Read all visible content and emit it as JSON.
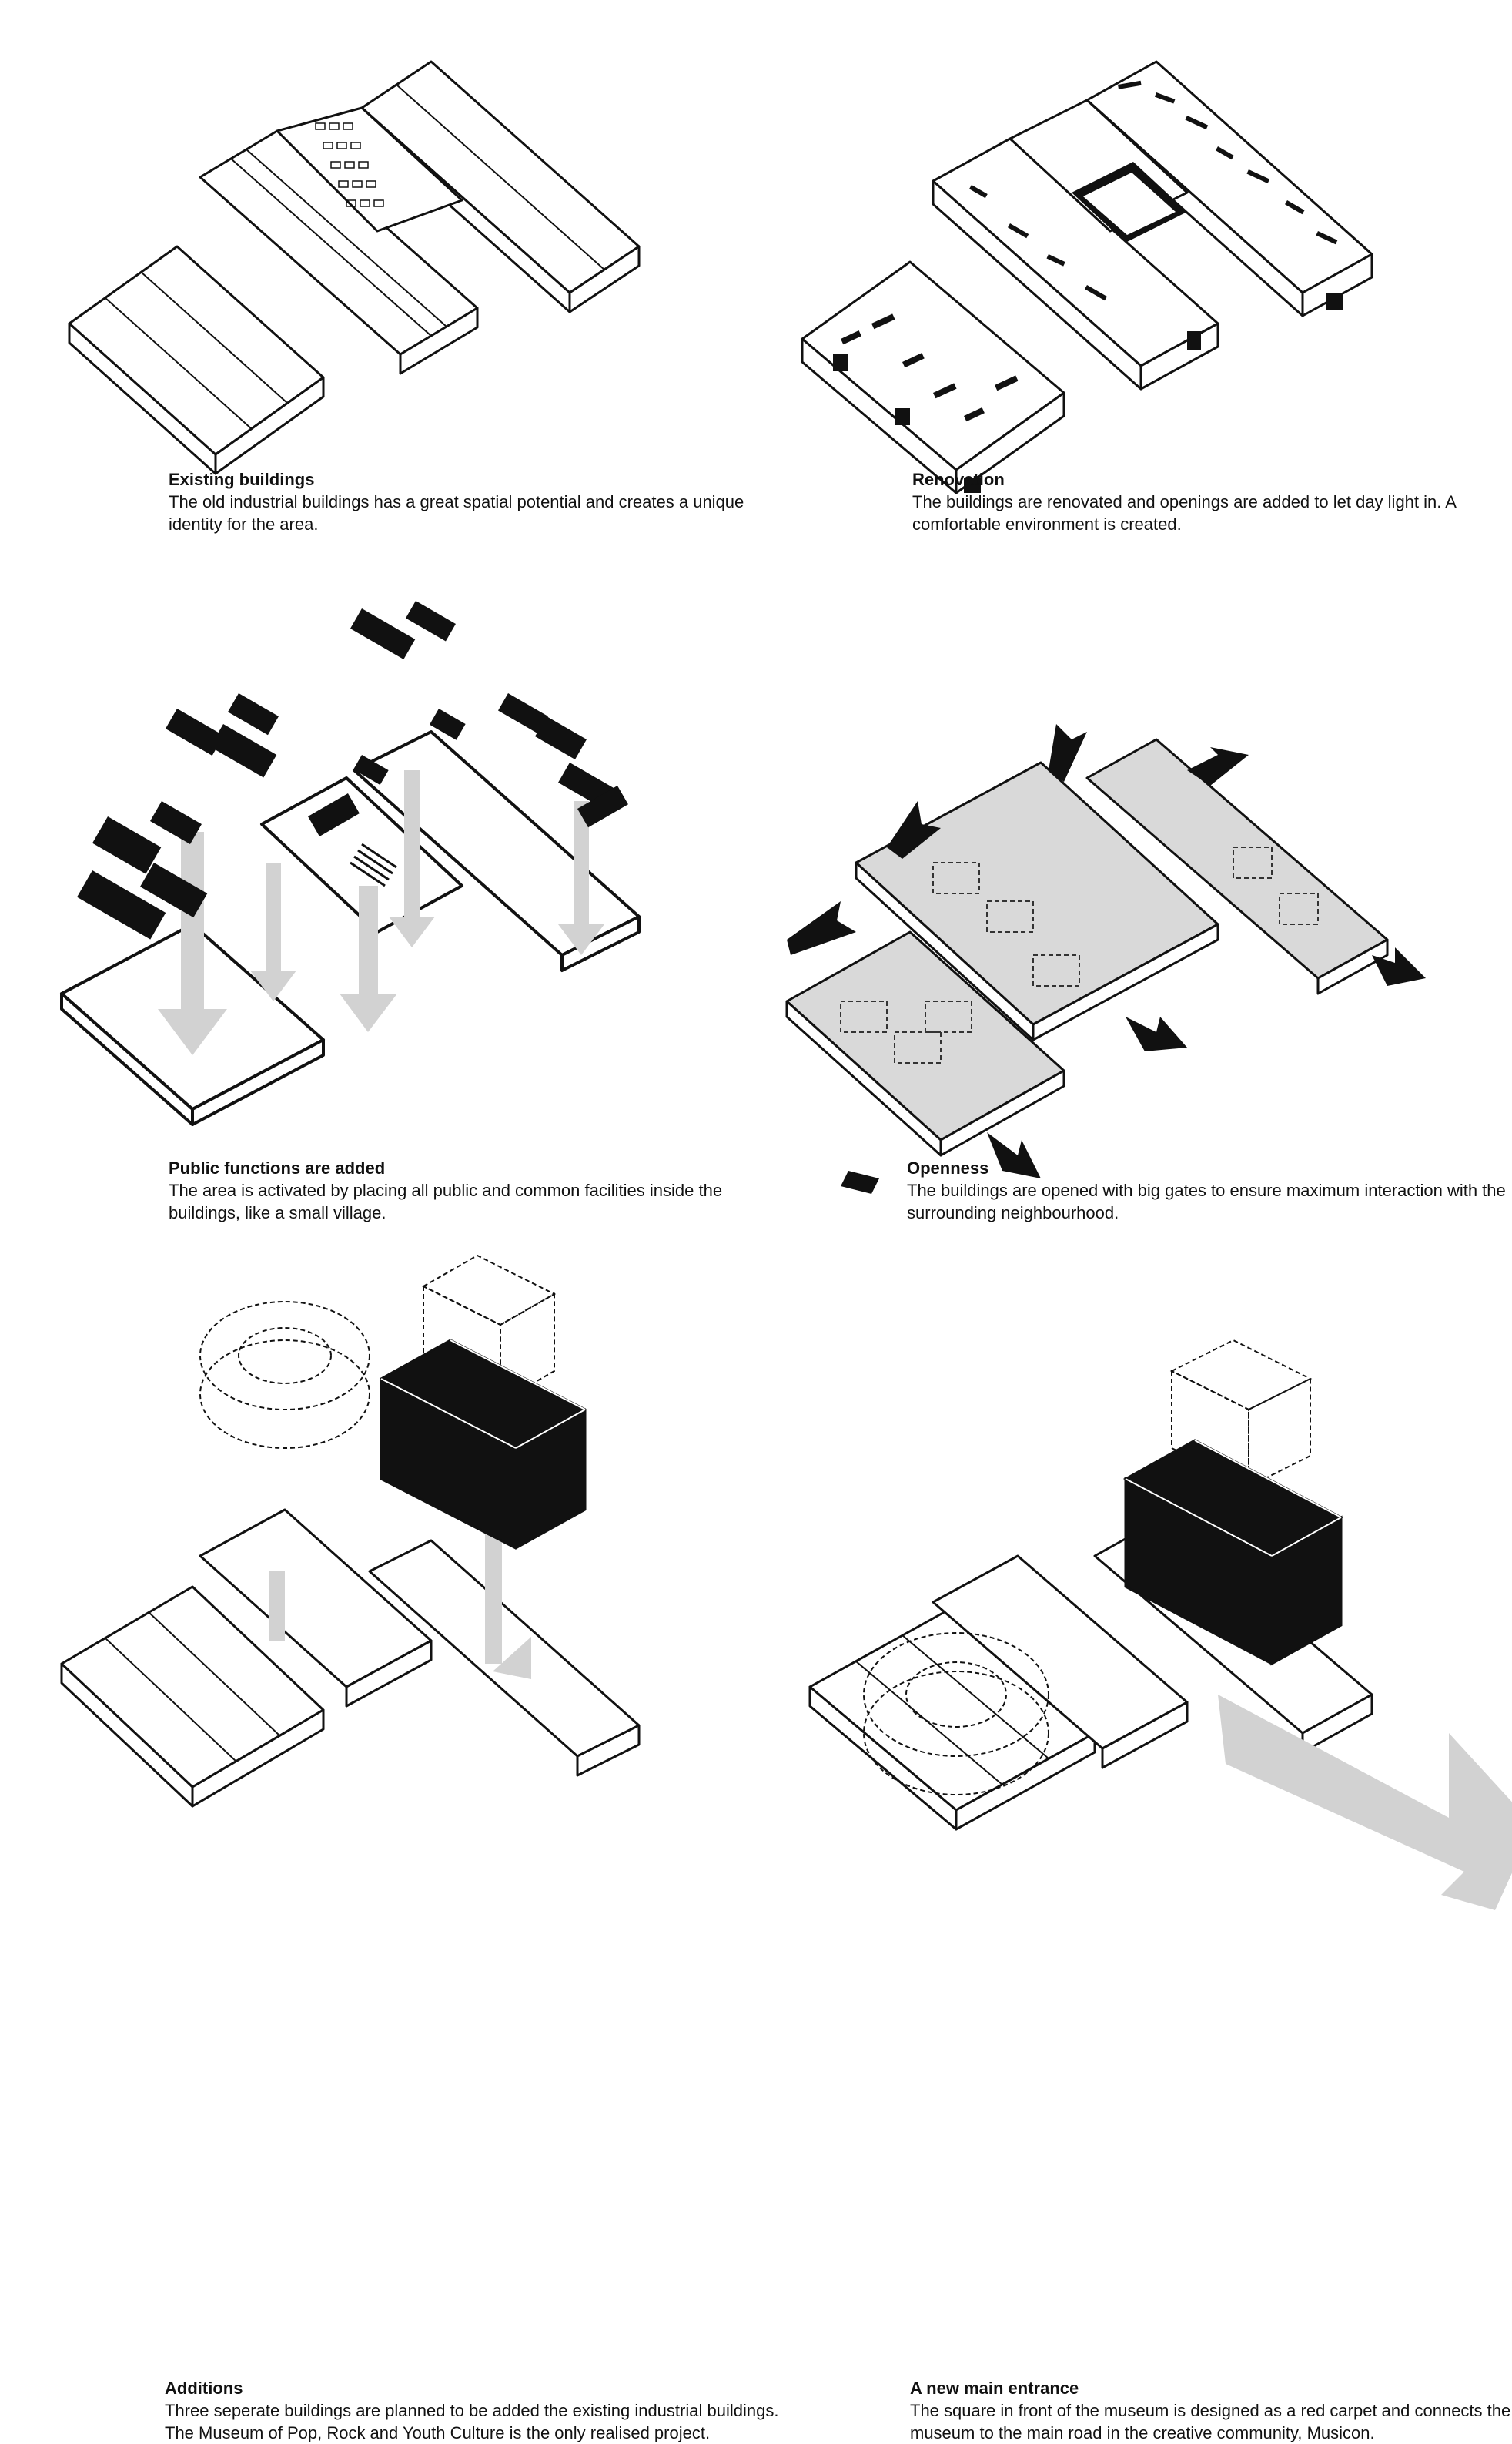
{
  "panels": [
    {
      "title": "Existing buildings",
      "text": "The old industrial buildings has a great spatial potential and creates a unique identity for the area."
    },
    {
      "title": "Renovation",
      "text": "The buildings are renovated and openings are added to let day light in. A comfortable environment is created."
    },
    {
      "title": "Public functions are added",
      "text": "The area is activated by placing all public and common facilities inside the buildings, like a small village."
    },
    {
      "title": "Openness",
      "text": "The buildings are opened with big gates to ensure maximum interaction with the surrounding neighbourhood."
    },
    {
      "title": "Additions",
      "text": "Three seperate buildings are planned to be added the existing industrial buildings. The Museum of Pop, Rock and Youth Culture is the only realised project."
    },
    {
      "title": "A new main entrance",
      "text": "The square in front of the museum is designed as a red carpet and connects the museum to the main road in the creative community, Musicon."
    }
  ],
  "colors": {
    "ink": "#111111",
    "arrow": "#d2d2d2",
    "floor": "#d9d9d9",
    "paper": "#ffffff"
  }
}
